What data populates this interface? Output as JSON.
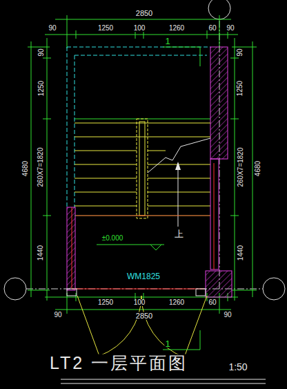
{
  "diagram": {
    "title": "LT2 一层平面图",
    "labels": [
      "2850",
      "90",
      "1250",
      "100",
      "1260",
      "60",
      "90",
      "90",
      "1",
      "90",
      "1250",
      "1250",
      "260X7=1820",
      "4680",
      "260X7=1820",
      "4680",
      "上",
      "±0.000",
      "1440",
      "1440",
      "WM1825",
      "1250",
      "100",
      "1260",
      "60",
      "90",
      "2850",
      "90",
      "1",
      "1:50"
    ]
  }
}
